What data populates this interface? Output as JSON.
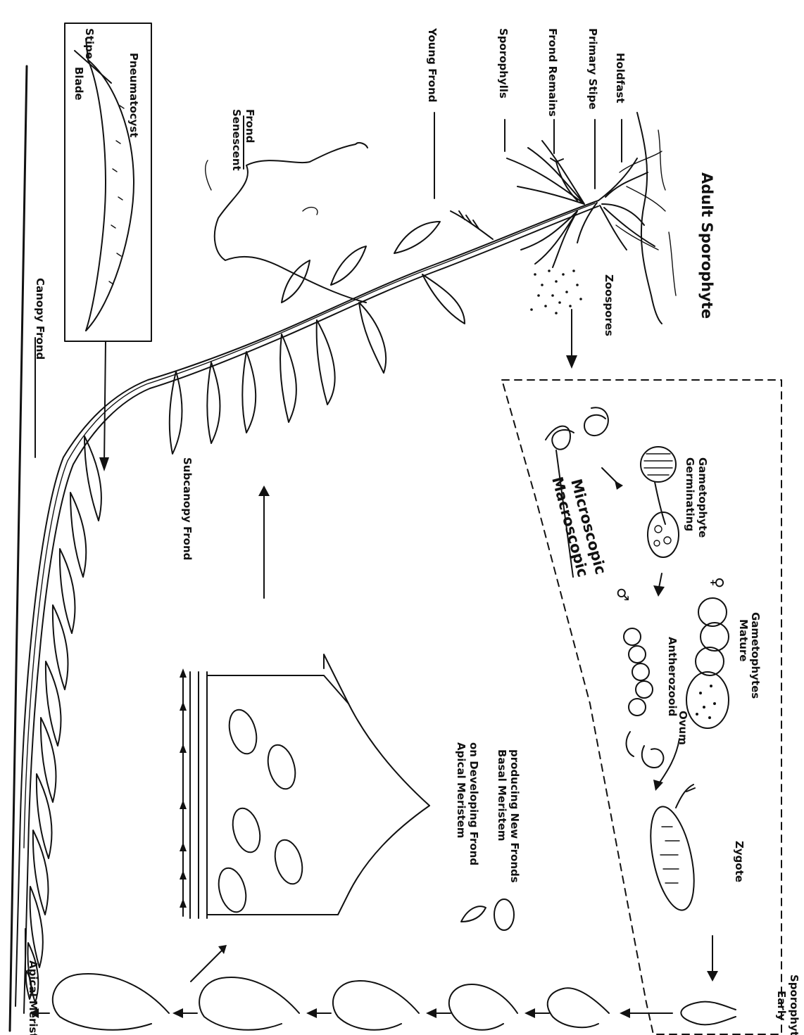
{
  "labels": {
    "apical_meristem": "Apical Meristem",
    "canopy_frond": "Canopy Frond",
    "blade": "Blade",
    "stipe": "Stipe",
    "pneumatocyst": "Pneumatocyst",
    "senescent_frond_1": "Senescent",
    "senescent_frond_2": "Frond",
    "young_frond": "Young Frond",
    "sporophylls": "Sporophylls",
    "frond_remains": "Frond Remains",
    "primary_stipe": "Primary Stipe",
    "holdfast": "Holdfast",
    "adult_sporophyte": "Adult Sporophyte",
    "zoospores": "Zoospores",
    "subcanopy_frond": "Subcanopy Frond",
    "macroscopic": "Macroscopic",
    "microscopic": "Microscopic",
    "germinating_1": "Germinating",
    "germinating_2": "Gametophyte",
    "mature_1": "Mature",
    "mature_2": "Gametophytes",
    "male_symbol": "♂",
    "female_symbol": "♀",
    "antherozooid": "Antherozooid",
    "ovum": "Ovum",
    "zygote": "Zygote",
    "legend_apical_1": "Apical Meristem",
    "legend_apical_2": "on Developing Frond",
    "legend_basal_1": "Basal Meristem",
    "legend_basal_2": "producing New Fronds",
    "early_1": "Early",
    "early_2": "Sporophyte"
  }
}
